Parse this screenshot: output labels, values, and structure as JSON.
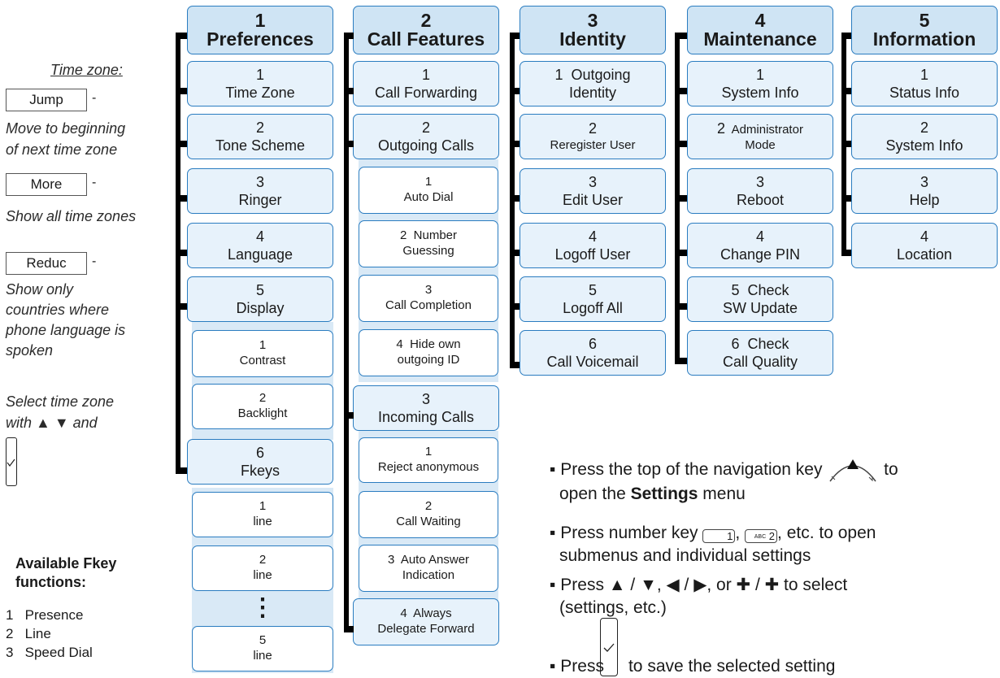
{
  "sidebar": {
    "timezone_heading": "Time zone:",
    "jump_key": "Jump",
    "jump_desc1": "Move to beginning",
    "jump_desc2": "of next time zone",
    "more_key": "More",
    "more_desc": "Show all time zones",
    "reduc_key": "Reduc",
    "reduc_desc1": "Show only",
    "reduc_desc2": "countries where",
    "reduc_desc3": "phone language is",
    "reduc_desc4": "spoken",
    "select_line1": "Select time zone",
    "select_line2": "with ▲ ▼ and",
    "dash": "-",
    "fkey_heading1": "Available Fkey",
    "fkey_heading2": "functions:",
    "fkey_items": [
      {
        "num": "1",
        "label": "Presence"
      },
      {
        "num": "2",
        "label": "Line"
      },
      {
        "num": "3",
        "label": "Speed Dial"
      }
    ]
  },
  "menus": {
    "preferences": {
      "num": "1",
      "title": "Preferences",
      "items": [
        {
          "num": "1",
          "label": "Time Zone"
        },
        {
          "num": "2",
          "label": "Tone Scheme"
        },
        {
          "num": "3",
          "label": "Ringer"
        },
        {
          "num": "4",
          "label": "Language"
        },
        {
          "num": "5",
          "label": "Display"
        },
        {
          "num": "6",
          "label": "Fkeys"
        }
      ],
      "display_sub": [
        {
          "num": "1",
          "label": "Contrast"
        },
        {
          "num": "2",
          "label": "Backlight"
        }
      ],
      "fkeys_sub": [
        {
          "num": "1",
          "label": "line"
        },
        {
          "num": "2",
          "label": "line"
        },
        {
          "num": "5",
          "label": "line"
        }
      ],
      "ellipsis": "⋮"
    },
    "call_features": {
      "num": "2",
      "title": "Call Features",
      "items": [
        {
          "num": "1",
          "label": "Call Forwarding"
        },
        {
          "num": "2",
          "label": "Outgoing Calls"
        },
        {
          "num": "3",
          "label": "Incoming Calls"
        }
      ],
      "outgoing_sub": [
        {
          "num": "1",
          "label": "Auto Dial"
        },
        {
          "num": "2",
          "label": "Number",
          "label2": "Guessing"
        },
        {
          "num": "3",
          "label": "Call Completion"
        },
        {
          "num": "4",
          "label": "Hide own",
          "label2": "outgoing ID"
        }
      ],
      "incoming_sub": [
        {
          "num": "1",
          "label": "Reject anonymous"
        },
        {
          "num": "2",
          "label": "Call Waiting"
        },
        {
          "num": "3",
          "label": "Auto Answer",
          "label2": "Indication"
        },
        {
          "num": "4",
          "label": "Always",
          "label2": "Delegate Forward"
        }
      ]
    },
    "identity": {
      "num": "3",
      "title": "Identity",
      "items": [
        {
          "num": "1",
          "label": "Outgoing",
          "label2": "Identity"
        },
        {
          "num": "2",
          "label": "Reregister User"
        },
        {
          "num": "3",
          "label": "Edit User"
        },
        {
          "num": "4",
          "label": "Logoff User"
        },
        {
          "num": "5",
          "label": "Logoff All"
        },
        {
          "num": "6",
          "label": "Call Voicemail"
        }
      ]
    },
    "maintenance": {
      "num": "4",
      "title": "Maintenance",
      "items": [
        {
          "num": "1",
          "label": "System Info"
        },
        {
          "num": "2",
          "label": "Administrator",
          "label2": "Mode"
        },
        {
          "num": "3",
          "label": "Reboot"
        },
        {
          "num": "4",
          "label": "Change PIN"
        },
        {
          "num": "5",
          "label": "Check",
          "label2": "SW Update"
        },
        {
          "num": "6",
          "label": "Check",
          "label2": "Call Quality"
        }
      ]
    },
    "information": {
      "num": "5",
      "title": "Information",
      "items": [
        {
          "num": "1",
          "label": "Status Info"
        },
        {
          "num": "2",
          "label": "System Info"
        },
        {
          "num": "3",
          "label": "Help"
        },
        {
          "num": "4",
          "label": "Location"
        }
      ]
    }
  },
  "instructions": {
    "b1_pre": "Press the top of the navigation key",
    "b1_post": "to",
    "b1_line2_pre": "open the",
    "b1_bold": "Settings",
    "b1_line2_post": "menu",
    "b2_pre": "Press number key",
    "b2_key1": "1",
    "b2_key2": "2",
    "b2_key2_letters": "ABC",
    "b2_post": ", etc. to open",
    "b2_line2": "submenus and individual settings",
    "b3_line1": "Press ▲ / ▼, ◀ / ▶, or ✚ / ✚ to select",
    "b3_line2": "(settings, etc.)",
    "b4_pre": "Press",
    "b4_post": "to save the selected setting"
  },
  "colors": {
    "border": "#2a7cc0",
    "header_bg": "#cfe4f4",
    "item_bg": "#e7f2fb",
    "connector": "#000000"
  }
}
